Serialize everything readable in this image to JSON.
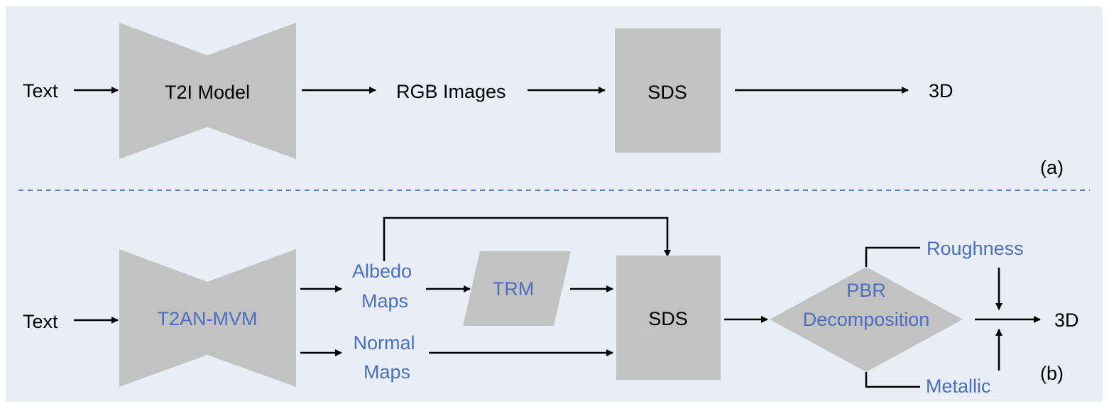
{
  "colors": {
    "panel_background": "#e9edf6",
    "shape_fill": "#c2c2c2",
    "text_black": "#000000",
    "text_blue": "#4a6fbe",
    "divider": "#4a6fbe"
  },
  "panel_a": {
    "input": "Text",
    "model": "T2I Model",
    "intermediate": "RGB Images",
    "optimizer": "SDS",
    "output": "3D",
    "tag": "(a)"
  },
  "panel_b": {
    "input": "Text",
    "model": "T2AN-MVM",
    "albedo": [
      "Albedo",
      "Maps"
    ],
    "normal": [
      "Normal",
      "Maps"
    ],
    "refiner": "TRM",
    "optimizer": "SDS",
    "decomposition": [
      "PBR",
      "Decomposition"
    ],
    "roughness": "Roughness",
    "metallic": "Metallic",
    "output": "3D",
    "tag": "(b)"
  }
}
